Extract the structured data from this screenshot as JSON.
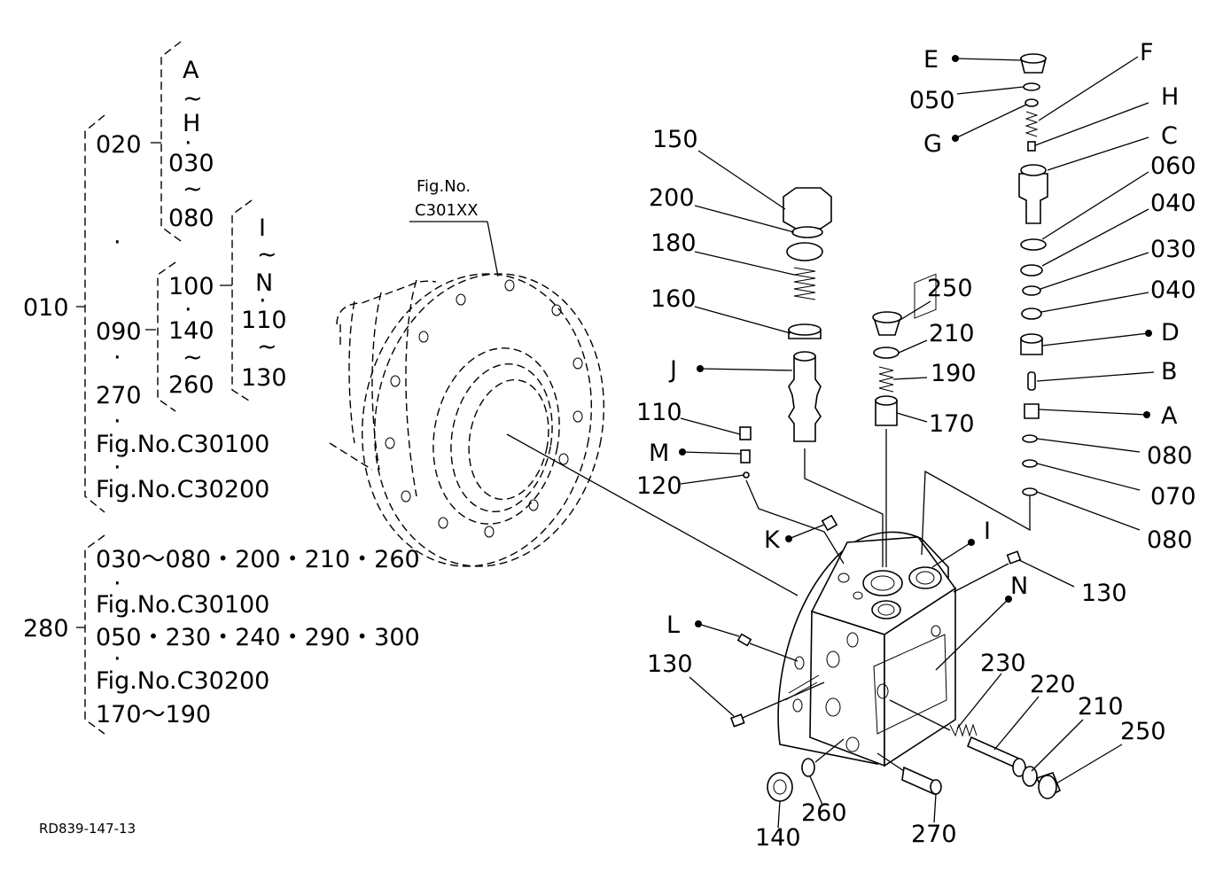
{
  "tree": {
    "root_010": "010",
    "root_280": "280",
    "n020": "020",
    "n090": "090",
    "n270": "270",
    "a_A": "A",
    "a_tilde1": "~",
    "a_H": "H",
    "a_030": "030",
    "a_tilde2": "~",
    "a_080": "080",
    "b_100": "100",
    "b_140": "140",
    "b_tilde": "~",
    "b_260": "260",
    "c_I": "I",
    "c_tilde1": "~",
    "c_N": "N",
    "c_110": "110",
    "c_tilde2": "~",
    "c_130": "130",
    "fig1": "Fig.No.C30100",
    "fig2": "Fig.No.C30200",
    "g280_l1": "030～080・200・210・260",
    "g280_l2": "Fig.No.C30100",
    "g280_l3": "050・230・240・290・300",
    "g280_l4": "Fig.No.C30200",
    "g280_l5": "170～190"
  },
  "ref_box": {
    "line1": "Fig.No.",
    "line2": "C301XX"
  },
  "callouts": {
    "E": "E",
    "F": "F",
    "G": "G",
    "H": "H",
    "C": "C",
    "p050": "050",
    "p060": "060",
    "p040a": "040",
    "p030": "030",
    "p040b": "040",
    "D": "D",
    "B": "B",
    "A": "A",
    "p080a": "080",
    "p070": "070",
    "p080b": "080",
    "p150": "150",
    "p200": "200",
    "p180": "180",
    "p160": "160",
    "J": "J",
    "p250a": "250",
    "p210a": "210",
    "p190": "190",
    "p170": "170",
    "p110": "110",
    "M": "M",
    "p120": "120",
    "K": "K",
    "I": "I",
    "N": "N",
    "p130a": "130",
    "L": "L",
    "p130b": "130",
    "p230": "230",
    "p220": "220",
    "p210b": "210",
    "p250b": "250",
    "p140": "140",
    "p260": "260",
    "p270": "270"
  },
  "drawing_code": "RD839-147-13"
}
